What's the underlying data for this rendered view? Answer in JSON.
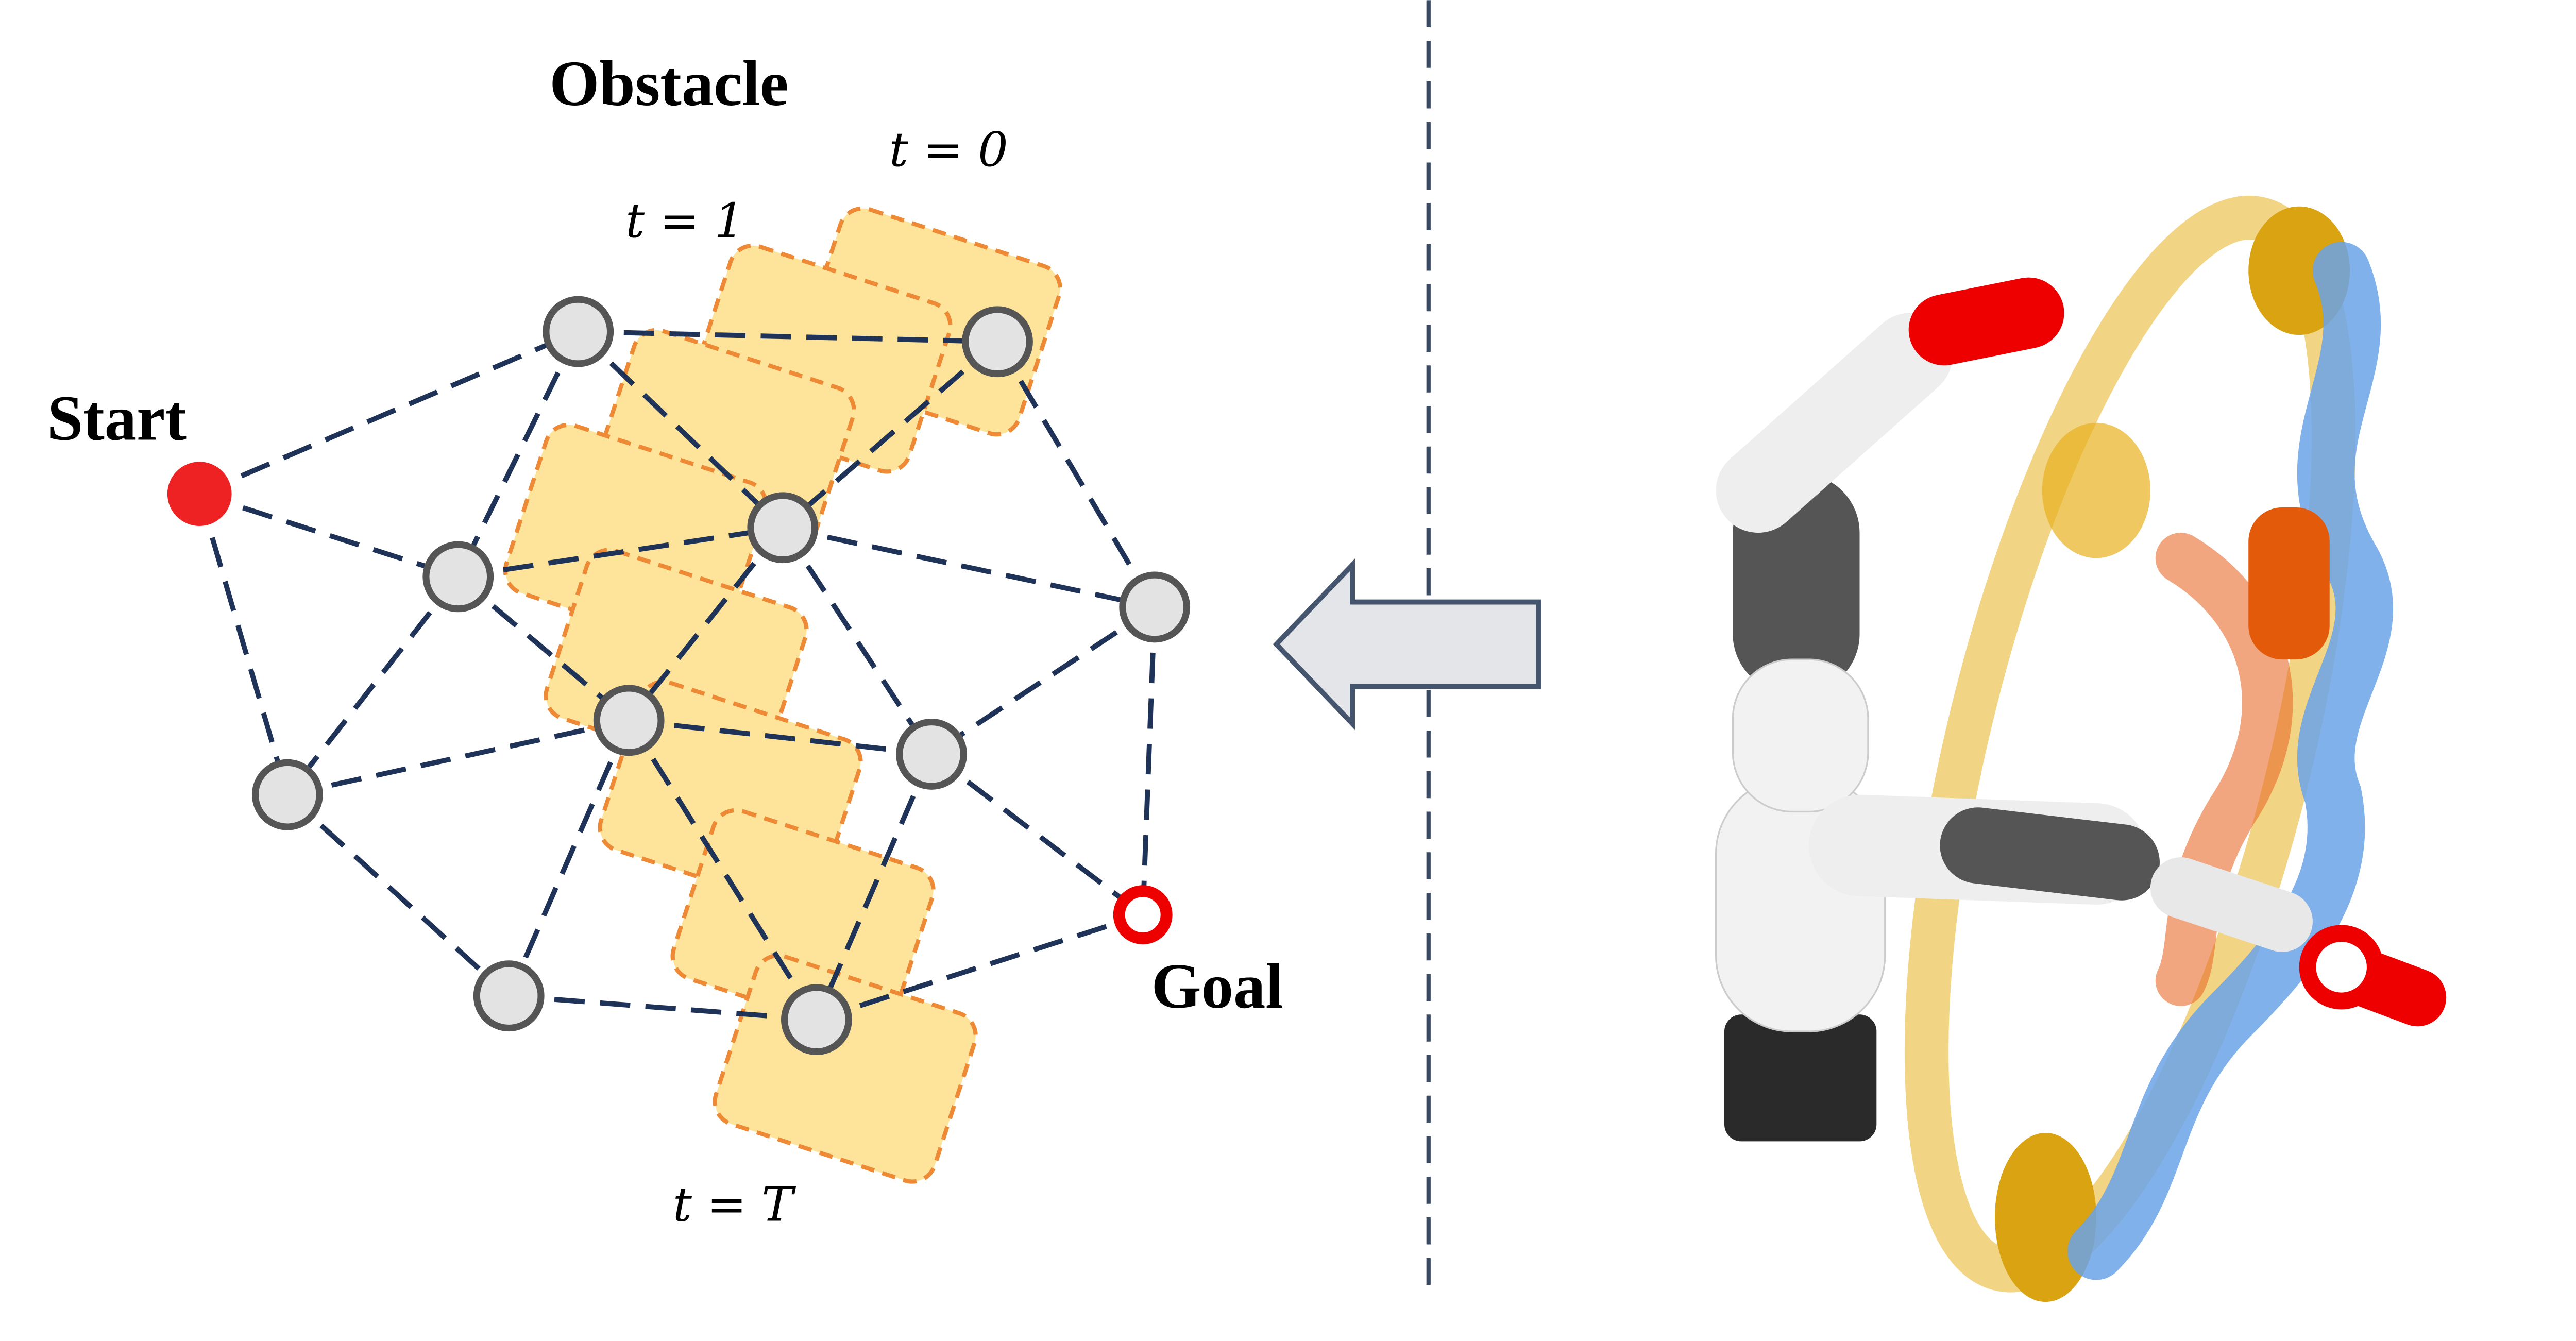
{
  "labels": {
    "obstacle": "Obstacle",
    "start": "Start",
    "goal": "Goal",
    "t0": "t = 0",
    "t1": "t = 1",
    "tT": "t = T"
  },
  "colors": {
    "edge": "#1f3358",
    "node_fill": "#e3e3e3",
    "start": "#ee2222",
    "goal": "#ee0000",
    "obstacle_fill": "#fde49a",
    "obstacle_stroke": "#ee8a35",
    "trajectory": "#e8b020",
    "robot_blue": "#6aa3e8"
  }
}
